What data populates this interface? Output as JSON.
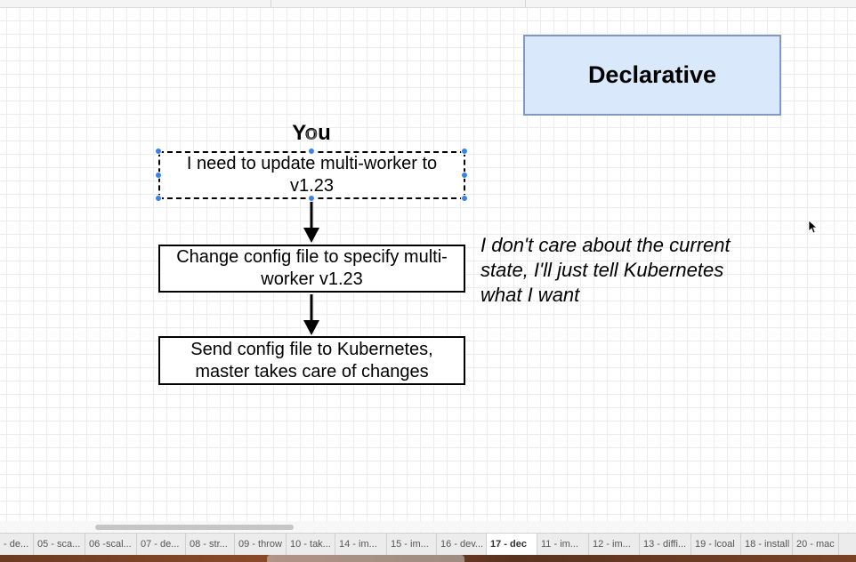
{
  "diagram": {
    "title_box": "Declarative",
    "actor_label": "You",
    "steps": [
      "I need to update multi-worker to v1.23",
      "Change config file to specify multi-worker v1.23",
      "Send config file to Kubernetes, master takes care of changes"
    ],
    "note": "I don't care about the current state, I'll just tell Kubernetes what I want"
  },
  "page_tabs": [
    {
      "label": "- de..."
    },
    {
      "label": "05 - sca..."
    },
    {
      "label": "06 -scal..."
    },
    {
      "label": "07 - de..."
    },
    {
      "label": "08 - str..."
    },
    {
      "label": "09 - throw"
    },
    {
      "label": "10 - tak..."
    },
    {
      "label": "14 - im..."
    },
    {
      "label": "15 - im..."
    },
    {
      "label": "16 - dev..."
    },
    {
      "label": "17 - dec",
      "active": true
    },
    {
      "label": "11 - im..."
    },
    {
      "label": "12 - im..."
    },
    {
      "label": "13 - diffi..."
    },
    {
      "label": "19 - lcoal"
    },
    {
      "label": "18 - install"
    },
    {
      "label": "20 - mac"
    }
  ],
  "colors": {
    "title_box_fill": "#dae8fc",
    "title_box_stroke": "#7f99c3",
    "selection_handle": "#3b82e6"
  },
  "icons": {
    "cursor": "mouse-pointer-icon",
    "rotate_handle": "rotate-handle-icon"
  }
}
